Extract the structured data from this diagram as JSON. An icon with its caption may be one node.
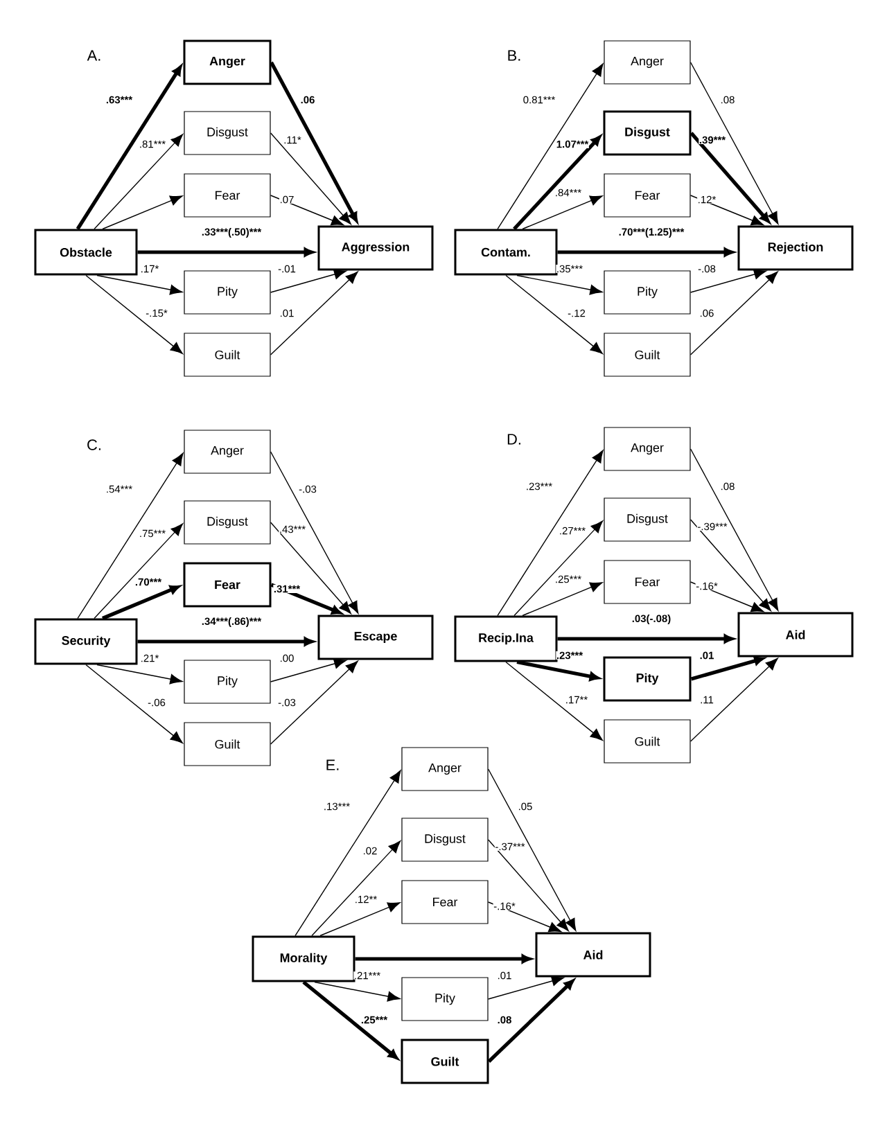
{
  "diagram": {
    "nodes": [
      {
        "text": [
          "Obstacle"
        ]
      },
      {
        "text": [
          "Anger"
        ]
      },
      {
        "text": [
          "Disgust"
        ]
      },
      {
        "text": [
          "Fear"
        ]
      },
      {
        "text": [
          "Pity"
        ]
      },
      {
        "text": [
          "Guilt"
        ]
      },
      {
        "text": [
          "Aggression"
        ]
      },
      {
        "text": [
          "Contam."
        ]
      },
      {
        "text": [
          "Anger"
        ]
      },
      {
        "text": [
          "Disgust"
        ]
      },
      {
        "text": [
          "Fear"
        ]
      },
      {
        "text": [
          "Pity"
        ]
      },
      {
        "text": [
          "Guilt"
        ]
      },
      {
        "text": [
          "Rejection"
        ]
      },
      {
        "text": [
          "Security"
        ]
      },
      {
        "text": [
          "Anger"
        ]
      },
      {
        "text": [
          "Disgust"
        ]
      },
      {
        "text": [
          "Fear"
        ]
      },
      {
        "text": [
          "Pity"
        ]
      },
      {
        "text": [
          "Guilt"
        ]
      },
      {
        "text": [
          "Escape"
        ]
      },
      {
        "text": [
          "Recip.Ina"
        ]
      },
      {
        "text": [
          "Anger"
        ]
      },
      {
        "text": [
          "Disgust"
        ]
      },
      {
        "text": [
          "Fear"
        ]
      },
      {
        "text": [
          "Pity"
        ]
      },
      {
        "text": [
          "Guilt"
        ]
      },
      {
        "text": [
          "Aid"
        ]
      },
      {
        "text": [
          "Morality"
        ]
      },
      {
        "text": [
          "Anger"
        ]
      },
      {
        "text": [
          "Disgust"
        ]
      },
      {
        "text": [
          "Fear"
        ]
      },
      {
        "text": [
          "Pity"
        ]
      },
      {
        "text": [
          "Guilt"
        ]
      },
      {
        "text": [
          "Aid"
        ]
      }
    ],
    "edges": [
      {
        "from": 0,
        "to": 1,
        "arrow": "to",
        "label": ".63***",
        "style": "thick"
      },
      {
        "from": 0,
        "to": 2,
        "arrow": "to",
        "label": ".81***"
      },
      {
        "from": 0,
        "to": 3,
        "arrow": "to"
      },
      {
        "from": 0,
        "to": 4,
        "arrow": "to",
        "label": ".17*"
      },
      {
        "from": 0,
        "to": 5,
        "arrow": "to",
        "label": "-.15*"
      },
      {
        "from": 1,
        "to": 6,
        "arrow": "to",
        "label": ".06",
        "style": "thick"
      },
      {
        "from": 2,
        "to": 6,
        "arrow": "to",
        "label": ".11*"
      },
      {
        "from": 3,
        "to": 6,
        "arrow": "to",
        "label": ".07"
      },
      {
        "from": 4,
        "to": 6,
        "arrow": "to",
        "label": "-.01"
      },
      {
        "from": 5,
        "to": 6,
        "arrow": "to",
        "label": ".01"
      },
      {
        "from": 0,
        "to": 6,
        "arrow": "to",
        "label": ".33***(.50)***",
        "style": "thick"
      },
      {
        "from": 7,
        "to": 8,
        "arrow": "to",
        "label": "0.81***"
      },
      {
        "from": 7,
        "to": 9,
        "arrow": "to",
        "label": "1.07***",
        "style": "thick"
      },
      {
        "from": 7,
        "to": 10,
        "arrow": "to",
        "label": ".84***"
      },
      {
        "from": 7,
        "to": 11,
        "arrow": "to",
        "label": ".35***"
      },
      {
        "from": 7,
        "to": 12,
        "arrow": "to",
        "label": "-.12"
      },
      {
        "from": 8,
        "to": 13,
        "arrow": "to",
        "label": ".08"
      },
      {
        "from": 9,
        "to": 13,
        "arrow": "to",
        "label": ".39***",
        "style": "thick"
      },
      {
        "from": 10,
        "to": 13,
        "arrow": "to",
        "label": ".12*"
      },
      {
        "from": 11,
        "to": 13,
        "arrow": "to",
        "label": "-.08"
      },
      {
        "from": 12,
        "to": 13,
        "arrow": "to",
        "label": ".06"
      },
      {
        "from": 7,
        "to": 13,
        "arrow": "to",
        "label": ".70***(1.25)***",
        "style": "thick"
      },
      {
        "from": 14,
        "to": 15,
        "arrow": "to",
        "label": ".54***"
      },
      {
        "from": 14,
        "to": 16,
        "arrow": "to",
        "label": ".75***"
      },
      {
        "from": 14,
        "to": 17,
        "arrow": "to",
        "label": ".70***",
        "style": "thick"
      },
      {
        "from": 14,
        "to": 18,
        "arrow": "to",
        "label": ".21*"
      },
      {
        "from": 14,
        "to": 19,
        "arrow": "to",
        "label": "-.06"
      },
      {
        "from": 15,
        "to": 20,
        "arrow": "to",
        "label": "-.03"
      },
      {
        "from": 16,
        "to": 20,
        "arrow": "to",
        "label": ".43***"
      },
      {
        "from": 17,
        "to": 20,
        "arrow": "to",
        "label": ".31***",
        "style": "thick"
      },
      {
        "from": 18,
        "to": 20,
        "arrow": "to",
        "label": ".00"
      },
      {
        "from": 19,
        "to": 20,
        "arrow": "to",
        "label": "-.03"
      },
      {
        "from": 14,
        "to": 20,
        "arrow": "to",
        "label": ".34***(.86)***",
        "style": "thick"
      },
      {
        "from": 21,
        "to": 22,
        "arrow": "to",
        "label": ".23***"
      },
      {
        "from": 21,
        "to": 23,
        "arrow": "to",
        "label": ".27***"
      },
      {
        "from": 21,
        "to": 24,
        "arrow": "to",
        "label": ".25***"
      },
      {
        "from": 21,
        "to": 25,
        "arrow": "to",
        "label": ".23***",
        "style": "thick"
      },
      {
        "from": 21,
        "to": 26,
        "arrow": "to",
        "label": ".17**"
      },
      {
        "from": 22,
        "to": 27,
        "arrow": "to",
        "label": ".08"
      },
      {
        "from": 23,
        "to": 27,
        "arrow": "to",
        "label": "-.39***"
      },
      {
        "from": 24,
        "to": 27,
        "arrow": "to",
        "label": "-.16*"
      },
      {
        "from": 25,
        "to": 27,
        "arrow": "to",
        "label": ".01",
        "style": "thick"
      },
      {
        "from": 26,
        "to": 27,
        "arrow": "to",
        "label": ".11"
      },
      {
        "from": 21,
        "to": 27,
        "arrow": "to",
        "label": ".03(-.08)",
        "style": "thick"
      },
      {
        "from": 28,
        "to": 29,
        "arrow": "to",
        "label": ".13***"
      },
      {
        "from": 28,
        "to": 30,
        "arrow": "to",
        "label": ".02"
      },
      {
        "from": 28,
        "to": 31,
        "arrow": "to",
        "label": ".12**"
      },
      {
        "from": 28,
        "to": 32,
        "arrow": "to",
        "label": ".21***"
      },
      {
        "from": 28,
        "to": 33,
        "arrow": "to",
        "label": ".25***",
        "style": "thick"
      },
      {
        "from": 29,
        "to": 34,
        "arrow": "to",
        "label": ".05"
      },
      {
        "from": 30,
        "to": 34,
        "arrow": "to",
        "label": "-.37***"
      },
      {
        "from": 31,
        "to": 34,
        "arrow": "to",
        "label": "-.16*"
      },
      {
        "from": 32,
        "to": 34,
        "arrow": "to",
        "label": ".01"
      },
      {
        "from": 33,
        "to": 34,
        "arrow": "to",
        "label": ".08",
        "style": "thick"
      },
      {
        "from": 28,
        "to": 34,
        "arrow": "to",
        "style": "thick"
      }
    ],
    "labels": [
      "A.",
      "B.",
      "C.",
      "D.",
      "E."
    ]
  }
}
